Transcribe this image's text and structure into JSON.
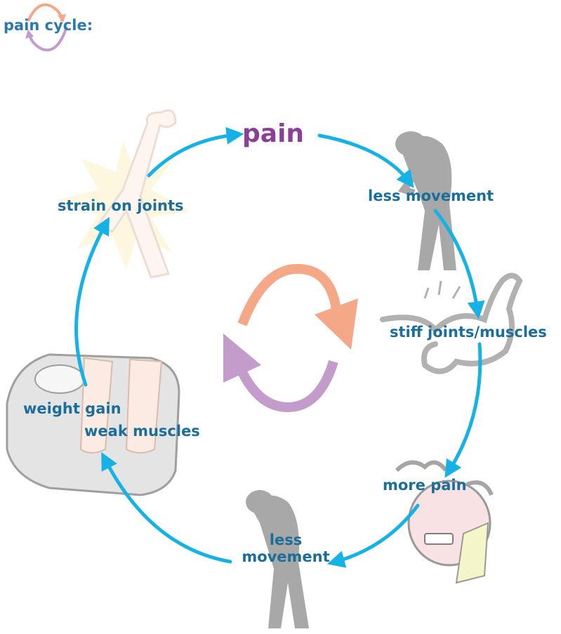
{
  "header": {
    "title": "pain cycle:",
    "logo_icon": "cycle-arrows-icon"
  },
  "cycle": {
    "pain": "pain",
    "less_movement_top": "less movement",
    "stiff": "stiff joints/muscles",
    "more_pain": "more pain",
    "less_movement_bottom_1": "less",
    "less_movement_bottom_2": "movement",
    "weight_gain": "weight gain",
    "weak_muscles": "weak muscles",
    "strain": "strain on joints"
  },
  "colors": {
    "arrow": "#16b2e6",
    "label": "#1c6e9a",
    "pain": "#8b3f97",
    "center_orange": "#f4a887",
    "center_purple": "#c39ccc",
    "figure_gray": "#9a9a9a"
  },
  "icons": [
    "bone-joint-icon",
    "stooped-person-icon",
    "flexing-arm-icon",
    "angry-face-icon",
    "stooped-person-cane-icon",
    "bathroom-scale-feet-icon"
  ]
}
